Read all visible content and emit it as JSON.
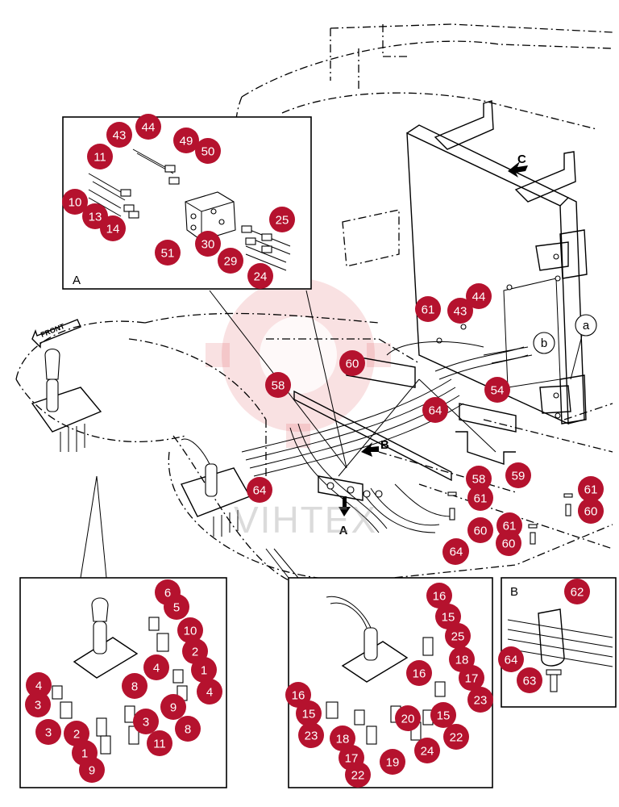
{
  "watermark": {
    "text": "VIHTEX"
  },
  "detail_labels": {
    "a": "A",
    "b": "B",
    "arrow_a": "A",
    "arrow_b": "B",
    "arrow_c": "C",
    "ref_a": "a",
    "ref_b": "b",
    "front": "FRONT"
  },
  "callouts": [
    {
      "id": "c1",
      "n": "44"
    },
    {
      "id": "c2",
      "n": "43"
    },
    {
      "id": "c3",
      "n": "49"
    },
    {
      "id": "c4",
      "n": "50"
    },
    {
      "id": "c5",
      "n": "11"
    },
    {
      "id": "c6",
      "n": "10"
    },
    {
      "id": "c7",
      "n": "13"
    },
    {
      "id": "c8",
      "n": "14"
    },
    {
      "id": "c9",
      "n": "25"
    },
    {
      "id": "c10",
      "n": "30"
    },
    {
      "id": "c11",
      "n": "51"
    },
    {
      "id": "c12",
      "n": "29"
    },
    {
      "id": "c13",
      "n": "24"
    },
    {
      "id": "c14",
      "n": "61"
    },
    {
      "id": "c15",
      "n": "44"
    },
    {
      "id": "c16",
      "n": "43"
    },
    {
      "id": "c17",
      "n": "60"
    },
    {
      "id": "c18",
      "n": "58"
    },
    {
      "id": "c19",
      "n": "54"
    },
    {
      "id": "c20",
      "n": "64"
    },
    {
      "id": "c21",
      "n": "64"
    },
    {
      "id": "c22",
      "n": "58"
    },
    {
      "id": "c23",
      "n": "59"
    },
    {
      "id": "c24",
      "n": "61"
    },
    {
      "id": "c25",
      "n": "60"
    },
    {
      "id": "c26",
      "n": "61"
    },
    {
      "id": "c27",
      "n": "60"
    },
    {
      "id": "c28",
      "n": "60"
    },
    {
      "id": "c29",
      "n": "61"
    },
    {
      "id": "c30",
      "n": "60"
    },
    {
      "id": "c31",
      "n": "64"
    },
    {
      "id": "c32",
      "n": "6"
    },
    {
      "id": "c33",
      "n": "5"
    },
    {
      "id": "c34",
      "n": "10"
    },
    {
      "id": "c35",
      "n": "2"
    },
    {
      "id": "c36",
      "n": "4"
    },
    {
      "id": "c37",
      "n": "1"
    },
    {
      "id": "c38",
      "n": "4"
    },
    {
      "id": "c39",
      "n": "8"
    },
    {
      "id": "c40",
      "n": "4"
    },
    {
      "id": "c41",
      "n": "3"
    },
    {
      "id": "c42",
      "n": "9"
    },
    {
      "id": "c43",
      "n": "3"
    },
    {
      "id": "c44",
      "n": "2"
    },
    {
      "id": "c45",
      "n": "3"
    },
    {
      "id": "c46",
      "n": "8"
    },
    {
      "id": "c47",
      "n": "11"
    },
    {
      "id": "c48",
      "n": "1"
    },
    {
      "id": "c49",
      "n": "9"
    },
    {
      "id": "c50",
      "n": "16"
    },
    {
      "id": "c51",
      "n": "15"
    },
    {
      "id": "c52",
      "n": "25"
    },
    {
      "id": "c53",
      "n": "18"
    },
    {
      "id": "c54",
      "n": "16"
    },
    {
      "id": "c55",
      "n": "17"
    },
    {
      "id": "c56",
      "n": "23"
    },
    {
      "id": "c57",
      "n": "16"
    },
    {
      "id": "c58",
      "n": "15"
    },
    {
      "id": "c59",
      "n": "23"
    },
    {
      "id": "c60",
      "n": "20"
    },
    {
      "id": "c61",
      "n": "15"
    },
    {
      "id": "c62",
      "n": "22"
    },
    {
      "id": "c63",
      "n": "18"
    },
    {
      "id": "c64",
      "n": "24"
    },
    {
      "id": "c65",
      "n": "17"
    },
    {
      "id": "c66",
      "n": "19"
    },
    {
      "id": "c67",
      "n": "22"
    },
    {
      "id": "c68",
      "n": "62"
    },
    {
      "id": "c69",
      "n": "64"
    },
    {
      "id": "c70",
      "n": "63"
    }
  ]
}
